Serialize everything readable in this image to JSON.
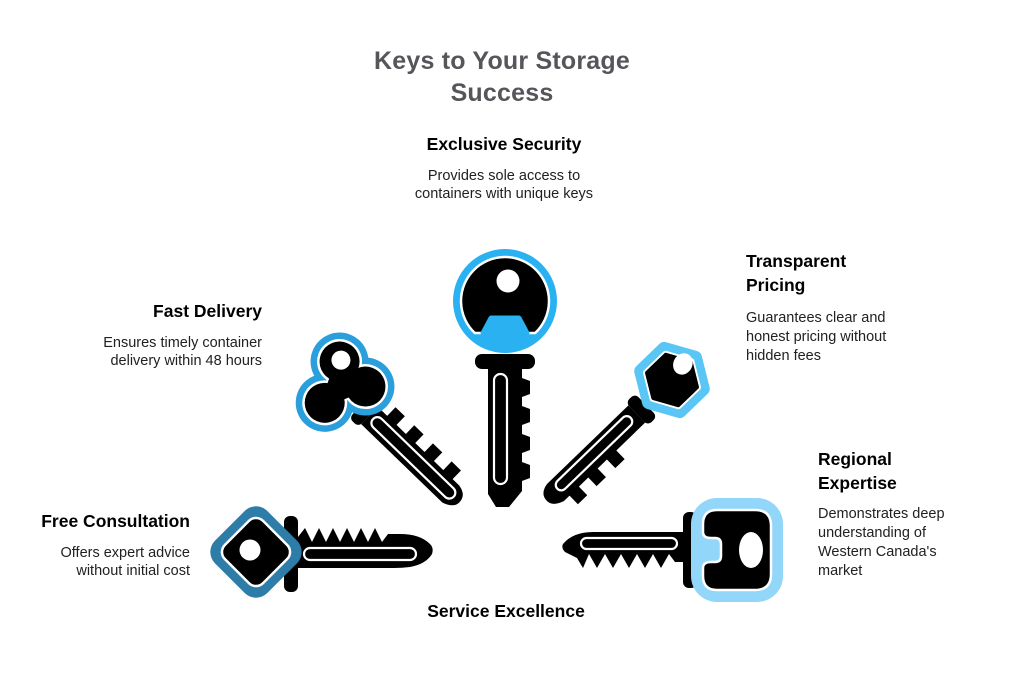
{
  "title": "Keys to Your Storage Success",
  "colors": {
    "background": "#ffffff",
    "title_text": "#55565a",
    "heading_text": "#000000",
    "body_text": "#212121",
    "key_body": "#000000",
    "keyhole": "#ffffff"
  },
  "items": {
    "exclusive_security": {
      "heading": "Exclusive Security",
      "description": "Provides sole access to containers with unique keys",
      "accent": "#29b1f1"
    },
    "transparent_pricing": {
      "heading": "Transparent Pricing",
      "description": "Guarantees clear and honest pricing without hidden fees",
      "accent": "#5ac6f5"
    },
    "regional_expertise": {
      "heading": "Regional Expertise",
      "description": "Demonstrates deep understanding of Western Canada's market",
      "accent": "#92d6f9"
    },
    "fast_delivery": {
      "heading": "Fast Delivery",
      "description": "Ensures timely container delivery within 48 hours",
      "accent": "#2b9fdc"
    },
    "free_consultation": {
      "heading": "Free Consultation",
      "description": "Offers expert advice without initial cost",
      "accent": "#2e7ca8"
    },
    "service_excellence": {
      "heading": "Service Excellence"
    }
  }
}
